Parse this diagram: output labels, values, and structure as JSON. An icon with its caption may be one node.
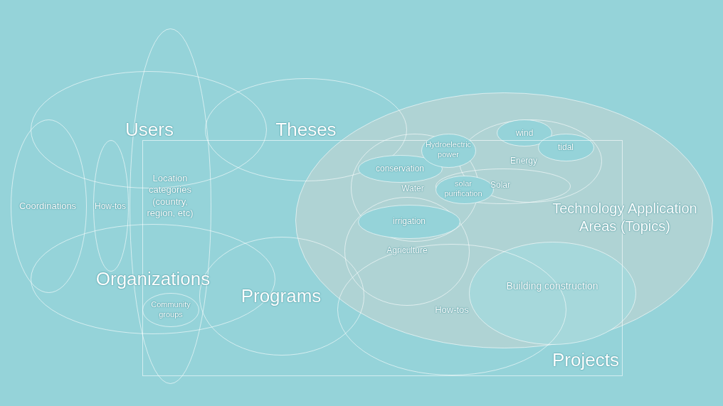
{
  "diagram": {
    "nodes": [
      {
        "text": [
          "Location categories (country, region, etc)"
        ]
      },
      {
        "text": [
          "Users"
        ]
      },
      {
        "text": [
          "Theses"
        ]
      },
      {
        "text": [
          "Technology Application Areas (Topics)"
        ]
      },
      {
        "text": [
          "Energy"
        ],
        "in": 3
      },
      {
        "text": [
          "wind"
        ],
        "in": 4
      },
      {
        "text": [
          "tidal"
        ],
        "in": 4
      },
      {
        "text": [
          "Hydroelectric power"
        ],
        "in": 9
      },
      {
        "text": [
          "Projects"
        ]
      },
      {
        "text": [
          "Water"
        ]
      },
      {
        "text": [
          "conservation"
        ],
        "in": 9
      },
      {
        "text": [
          "Solar"
        ]
      },
      {
        "text": [
          "solar purification"
        ],
        "in": 11
      },
      {
        "text": [
          "Coordinations"
        ]
      },
      {
        "text": [
          "How-tos"
        ]
      },
      {
        "text": [
          "Agriculture"
        ]
      },
      {
        "text": [
          "irrigation"
        ]
      },
      {
        "text": [
          "Organizations"
        ]
      },
      {
        "text": [
          "Programs"
        ],
        "in": 8
      },
      {
        "text": [
          "Building construction"
        ],
        "in": 3
      },
      {
        "text": [
          "How-tos"
        ],
        "in": 8
      },
      {
        "text": [
          "Community groups"
        ]
      }
    ]
  }
}
